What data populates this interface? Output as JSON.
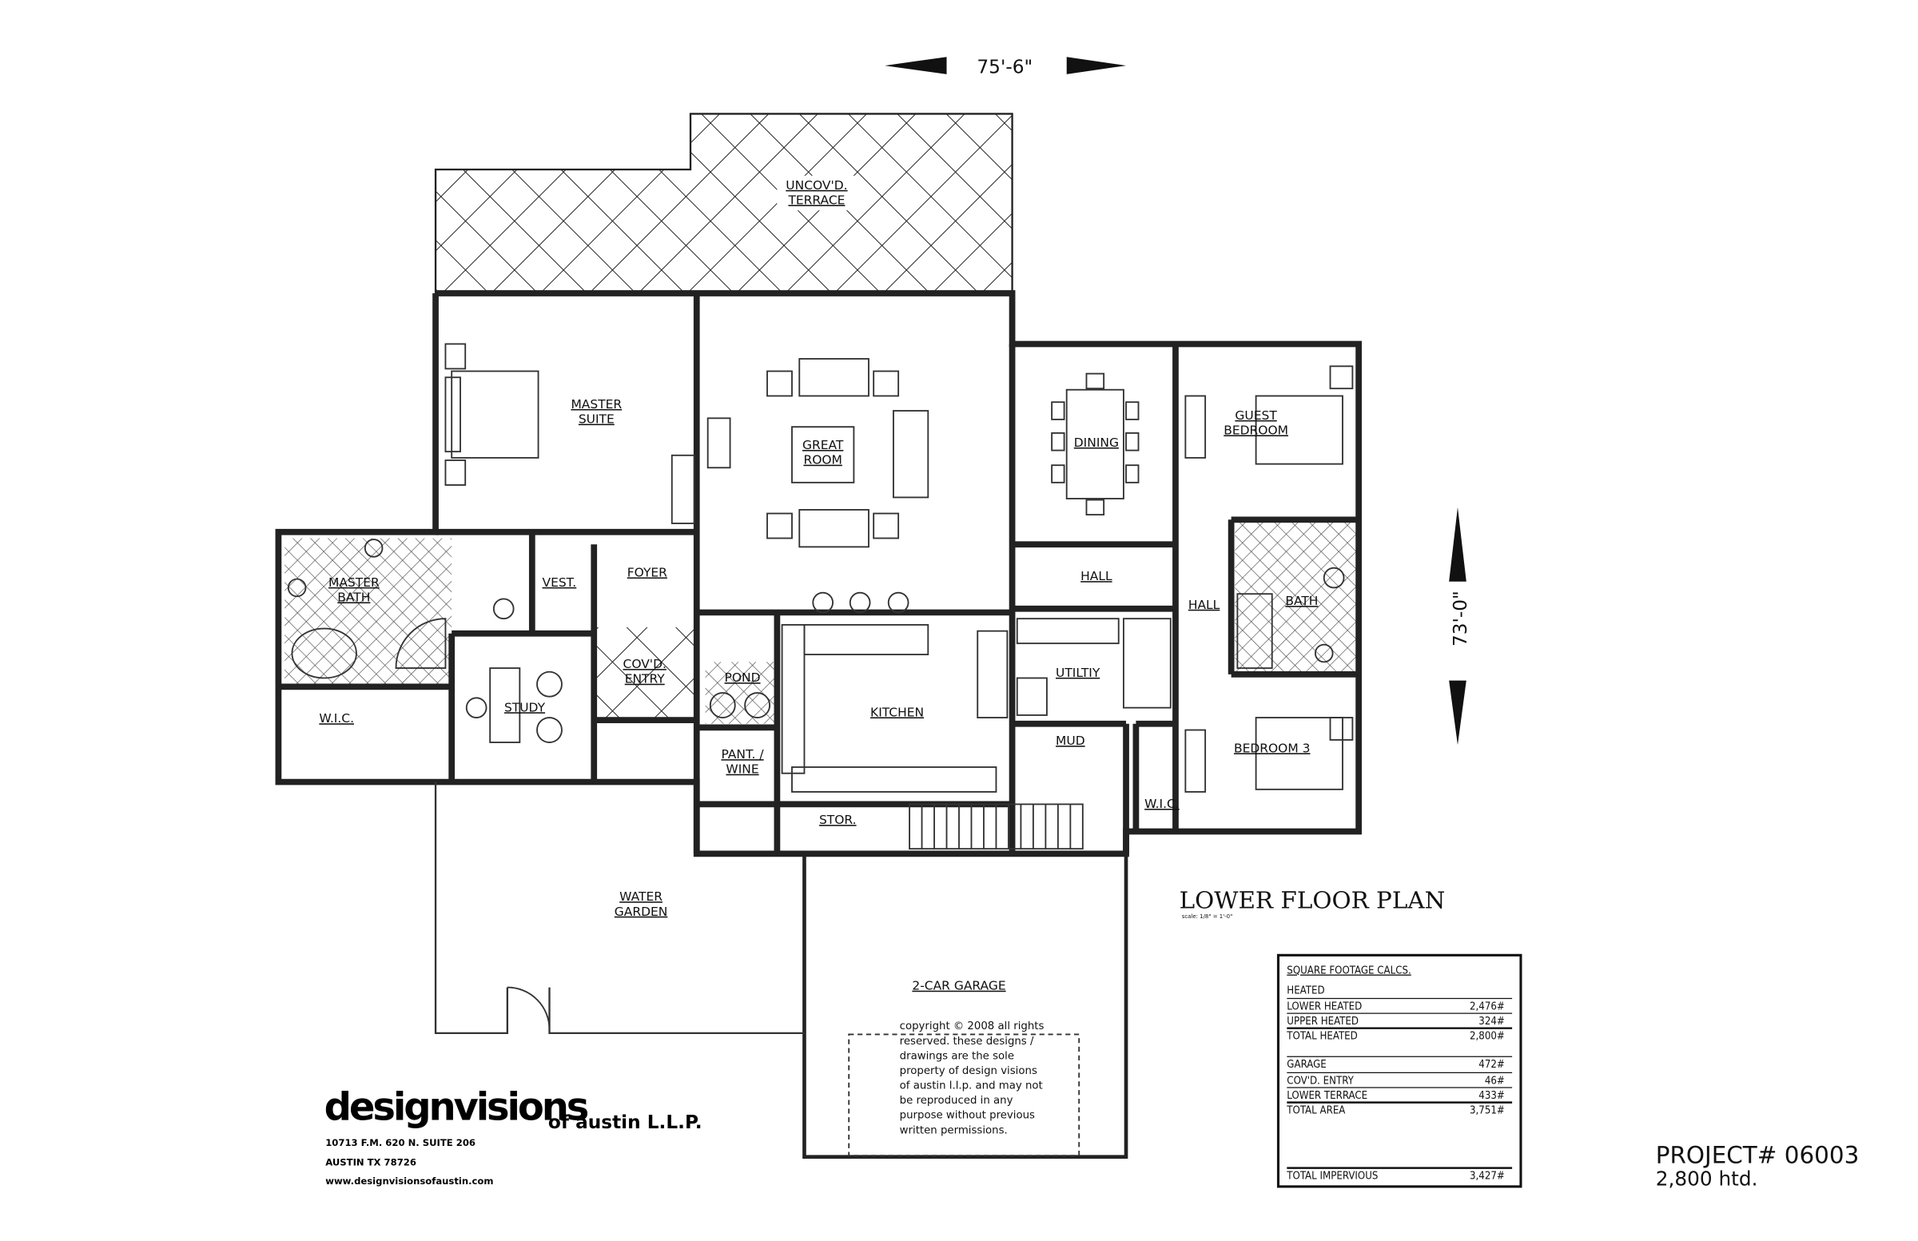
{
  "dimensions": {
    "width": "75'-6\"",
    "depth": "73'-0\""
  },
  "rooms": {
    "terrace": [
      "UNCOV'D.",
      "TERRACE"
    ],
    "master_suite": [
      "MASTER",
      "SUITE"
    ],
    "great_room": [
      "GREAT",
      "ROOM"
    ],
    "dining": "DINING",
    "guest_bedroom": [
      "GUEST",
      "BEDROOM"
    ],
    "hall_center": "HALL",
    "hall_right": "HALL",
    "bath": "BATH",
    "bedroom3": "BEDROOM 3",
    "master_bath": [
      "MASTER",
      "BATH"
    ],
    "wic_left": "W.I.C.",
    "vest": "VEST.",
    "foyer": "FOYER",
    "covd_entry": [
      "COV'D.",
      "ENTRY"
    ],
    "study": "STUDY",
    "pond": "POND",
    "kitchen": "KITCHEN",
    "utility": "UTILTIY",
    "mud": "MUD",
    "pantry": [
      "PANT. /",
      "WINE"
    ],
    "stor": "STOR.",
    "wic_right": "W.I.C.",
    "water_garden": [
      "WATER",
      "GARDEN"
    ],
    "garage": "2-CAR GARAGE"
  },
  "plan_title": "LOWER FLOOR PLAN",
  "plan_scale": "scale: 1/8\" = 1'-0\"",
  "sqft_table": {
    "title": "SQUARE FOOTAGE CALCS.",
    "heated_header": "HEATED",
    "rows": [
      {
        "label": "LOWER HEATED",
        "value": "2,476#"
      },
      {
        "label": "UPPER HEATED",
        "value": "324#"
      },
      {
        "label": "TOTAL HEATED",
        "value": "2,800#"
      },
      {
        "label": "GARAGE",
        "value": "472#"
      },
      {
        "label": "COV'D. ENTRY",
        "value": "46#"
      },
      {
        "label": "LOWER TERRACE",
        "value": "433#"
      },
      {
        "label": "TOTAL AREA",
        "value": "3,751#"
      },
      {
        "label": "TOTAL IMPERVIOUS",
        "value": "3,427#"
      }
    ]
  },
  "project": {
    "number": "PROJECT# 06003",
    "heated": "2,800 htd."
  },
  "company": {
    "name": "designvisions",
    "suffix": "of austin L.L.P.",
    "address1": "10713 F.M. 620 N. SUITE 206",
    "address2": "AUSTIN TX 78726",
    "website": "www.designvisionsofaustin.com"
  },
  "copyright": [
    "copyright © 2008 all rights",
    "reserved.  these designs /",
    "drawings are the sole",
    "property of design visions",
    "of austin l.l.p. and may not",
    "be reproduced in any",
    "purpose without previous",
    "written permissions."
  ]
}
